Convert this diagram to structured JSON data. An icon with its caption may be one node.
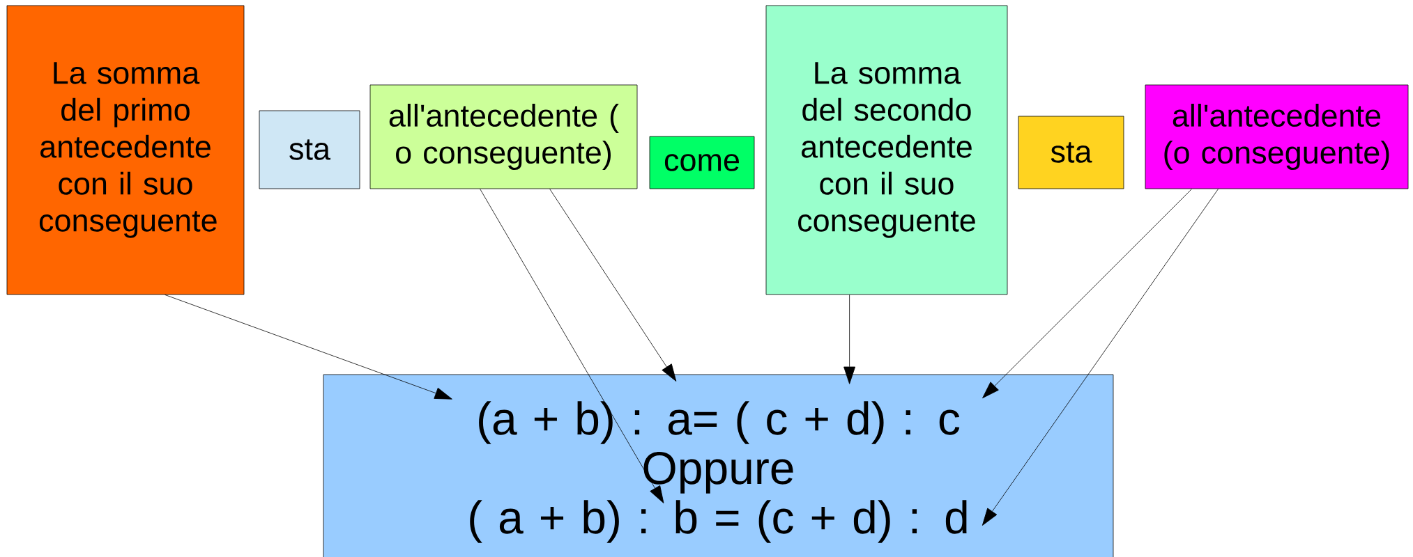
{
  "diagram": {
    "nodes": [
      {
        "text": [
          "La somma del primo antecedente con il suo conseguente"
        ]
      },
      {
        "text": [
          "sta"
        ]
      },
      {
        "text": [
          "all'antecedente ( o conseguente)"
        ]
      },
      {
        "text": [
          "come"
        ]
      },
      {
        "text": [
          "La somma del secondo antecedente con il suo conseguente"
        ]
      },
      {
        "text": [
          "sta"
        ]
      },
      {
        "text": [
          "all'antecedente (o conseguente)"
        ]
      },
      {
        "text": [
          "(a + b)  : a= ( c + d) : c",
          "Oppure",
          "( a + b) : b = (c + d) : d"
        ]
      }
    ],
    "edges": [
      {
        "from": 0,
        "to": 7,
        "arrow": "to"
      },
      {
        "from": 2,
        "to": 7,
        "arrow": "to"
      },
      {
        "from": 2,
        "to": 7,
        "arrow": "to"
      },
      {
        "from": 4,
        "to": 7,
        "arrow": "to"
      },
      {
        "from": 6,
        "to": 7,
        "arrow": "to"
      },
      {
        "from": 6,
        "to": 7,
        "arrow": "to"
      }
    ]
  }
}
